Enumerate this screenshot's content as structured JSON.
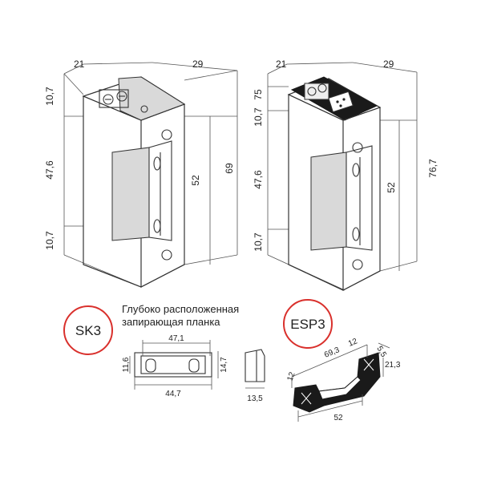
{
  "left_device": {
    "dims": {
      "top_width": "21",
      "top_depth": "29",
      "height": "69",
      "top_section": "10,7",
      "middle_section": "47,6",
      "bottom_section": "10,7",
      "inner": "52"
    }
  },
  "right_device": {
    "dims": {
      "top_width": "21",
      "top_depth": "29",
      "height": "76,7",
      "cap_section": "75",
      "top_section": "10,7",
      "middle_section": "47,6",
      "bottom_section": "10,7",
      "inner": "52"
    }
  },
  "sk3": {
    "badge": "SK3",
    "description_line1": "Глубоко расположенная",
    "description_line2": "запирающая планка",
    "dims": {
      "top_length": "47,1",
      "bottom_length": "44,7",
      "left_height": "11,6",
      "right_height": "14,7",
      "side_depth": "13,5"
    }
  },
  "esp3": {
    "badge": "ESP3",
    "dims": {
      "length": "69,3",
      "bottom_length": "52",
      "end_width": "12",
      "left_end": "12",
      "depth": "5,5",
      "height": "21,3"
    }
  }
}
